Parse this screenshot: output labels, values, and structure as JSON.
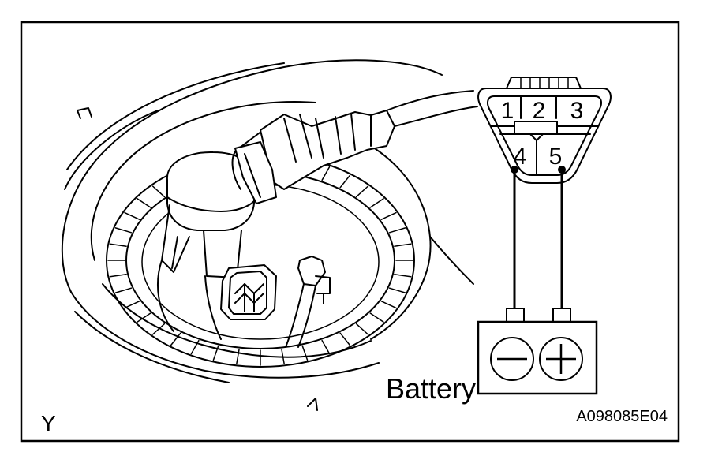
{
  "figure": {
    "view_letter": "Y",
    "figure_code": "A098085E04",
    "battery_label": "Battery",
    "battery_terminals": {
      "negative": "−",
      "positive": "+"
    },
    "connector_pins": [
      "1",
      "2",
      "3",
      "4",
      "5"
    ],
    "test_pins": [
      "4",
      "5"
    ]
  }
}
